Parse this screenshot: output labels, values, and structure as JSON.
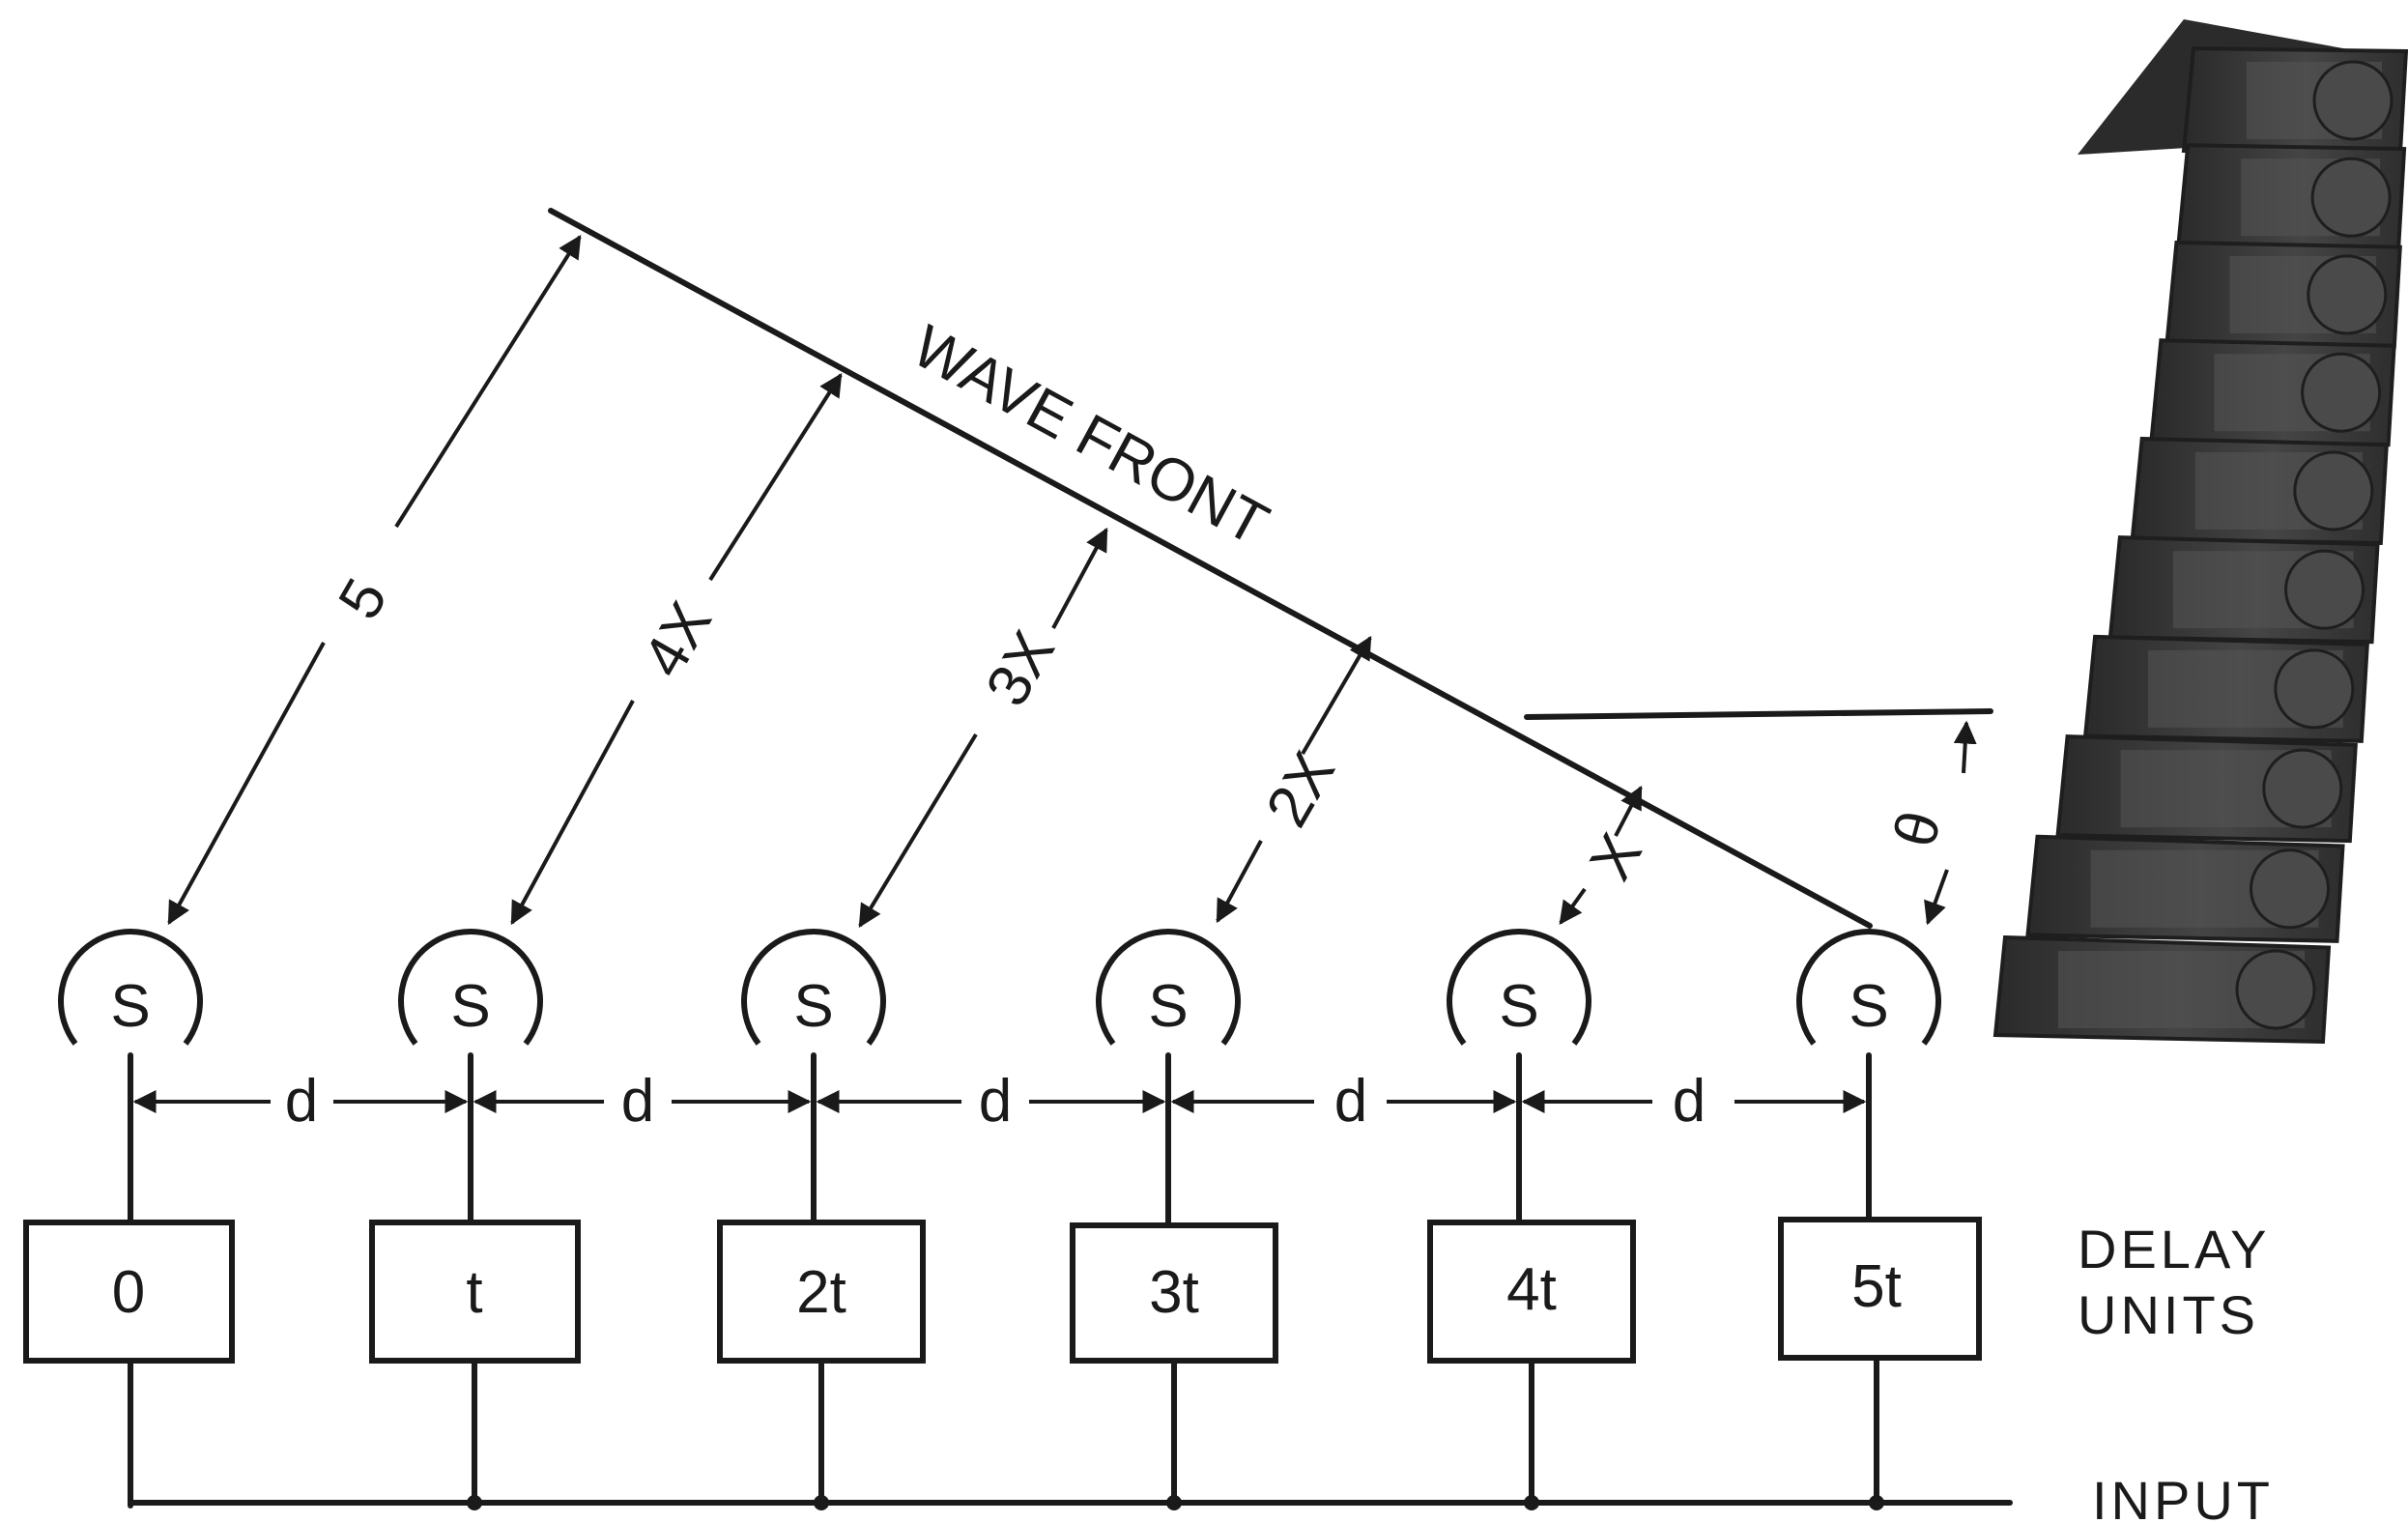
{
  "diagram": {
    "wave_front_label": "WAVE FRONT",
    "angle_label": "θ",
    "delay_units_label": [
      "DELAY",
      "UNITS"
    ],
    "input_label": "INPUT",
    "source_label": "S",
    "spacing_label": "d",
    "sources": [
      {
        "delay": "0",
        "path_label": "5"
      },
      {
        "delay": "t",
        "path_label": "4X"
      },
      {
        "delay": "2t",
        "path_label": "3X"
      },
      {
        "delay": "3t",
        "path_label": "2X"
      },
      {
        "delay": "4t",
        "path_label": "X"
      },
      {
        "delay": "5t",
        "path_label": ""
      }
    ]
  },
  "photo": {
    "subject": "line-array-speaker-cabinets",
    "cabinet_count": 10,
    "colors": {
      "cabinet": "#3a3a3a",
      "grille": "#555555",
      "driver": "#4a4a4a",
      "edge": "#1e1e1e"
    }
  },
  "colors": {
    "ink": "#1a1a1a",
    "paper": "#ffffff"
  }
}
